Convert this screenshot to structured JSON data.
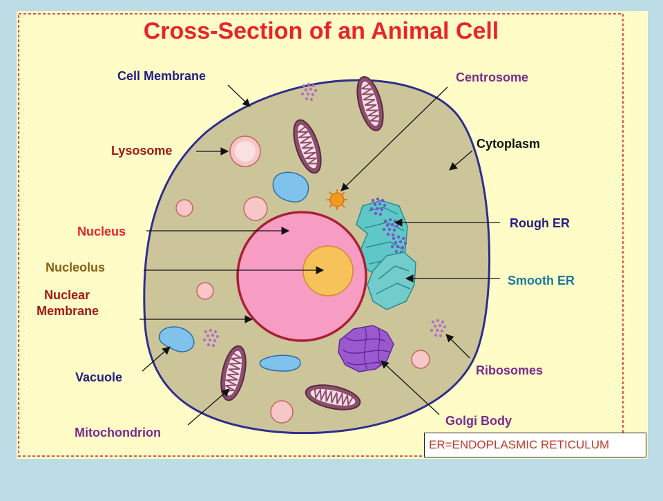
{
  "title": "Cross-Section of an Animal Cell",
  "labels": {
    "cell_membrane": "Cell Membrane",
    "centrosome": "Centrosome",
    "lysosome": "Lysosome",
    "cytoplasm": "Cytoplasm",
    "nucleus": "Nucleus",
    "rough_er": "Rough ER",
    "nucleolus": "Nucleolus",
    "smooth_er": "Smooth ER",
    "nuclear_line1": "Nuclear",
    "nuclear_line2": "Membrane",
    "vacuole": "Vacuole",
    "ribosomes": "Ribosomes",
    "mitochondrion": "Mitochondrion",
    "golgi_body": "Golgi Body"
  },
  "note": "ER=ENDOPLASMIC RETICULUM",
  "colors": {
    "outer_background": "#bcdde6",
    "panel_background": "#fffcc8",
    "panel_border": "#d9534f",
    "title_red": "#e8242a",
    "cytoplasm": "#cdc59a",
    "cell_membrane": "#2e2e8c",
    "nucleus": "#f79dc4",
    "nuclear_membrane": "#a82035",
    "nucleolus": "#f8c25a",
    "rough_er": "#5fc7c7",
    "golgi": "#9b59d0",
    "label_red": "#a01818",
    "label_navy": "#1f1f80",
    "label_purple": "#7b2a8c",
    "label_teal": "#1a7a9c",
    "label_brown": "#8a6014"
  }
}
